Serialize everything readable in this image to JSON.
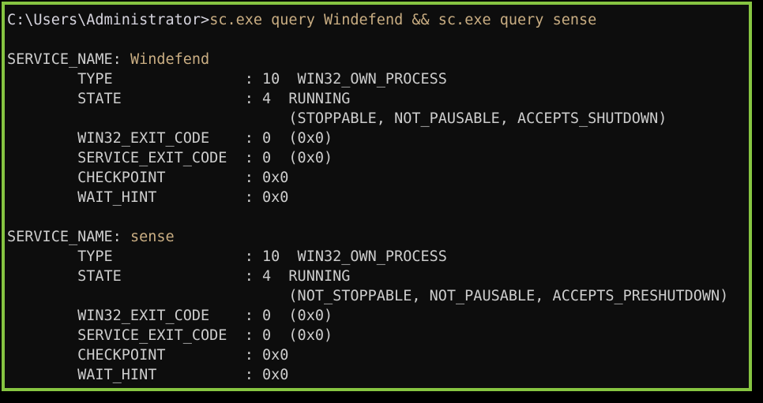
{
  "colors": {
    "page_bg": "#000000",
    "terminal_bg": "#0d0d0d",
    "border": "#86c441",
    "text": "#cdcdcd",
    "prompt": "#d6d4de",
    "accent": "#c9ad82"
  },
  "prompt": {
    "path": "C:\\Users\\Administrator>",
    "command": "sc.exe query Windefend && sc.exe query sense"
  },
  "services": [
    {
      "name_label": "SERVICE_NAME: ",
      "name": "Windefend",
      "rows": [
        "        TYPE               : 10  WIN32_OWN_PROCESS",
        "        STATE              : 4  RUNNING",
        "                                (STOPPABLE, NOT_PAUSABLE, ACCEPTS_SHUTDOWN)",
        "        WIN32_EXIT_CODE    : 0  (0x0)",
        "        SERVICE_EXIT_CODE  : 0  (0x0)",
        "        CHECKPOINT         : 0x0",
        "        WAIT_HINT          : 0x0"
      ]
    },
    {
      "name_label": "SERVICE_NAME: ",
      "name": "sense",
      "rows": [
        "        TYPE               : 10  WIN32_OWN_PROCESS",
        "        STATE              : 4  RUNNING",
        "                                (NOT_STOPPABLE, NOT_PAUSABLE, ACCEPTS_PRESHUTDOWN)",
        "        WIN32_EXIT_CODE    : 0  (0x0)",
        "        SERVICE_EXIT_CODE  : 0  (0x0)",
        "        CHECKPOINT         : 0x0",
        "        WAIT_HINT          : 0x0"
      ]
    }
  ]
}
